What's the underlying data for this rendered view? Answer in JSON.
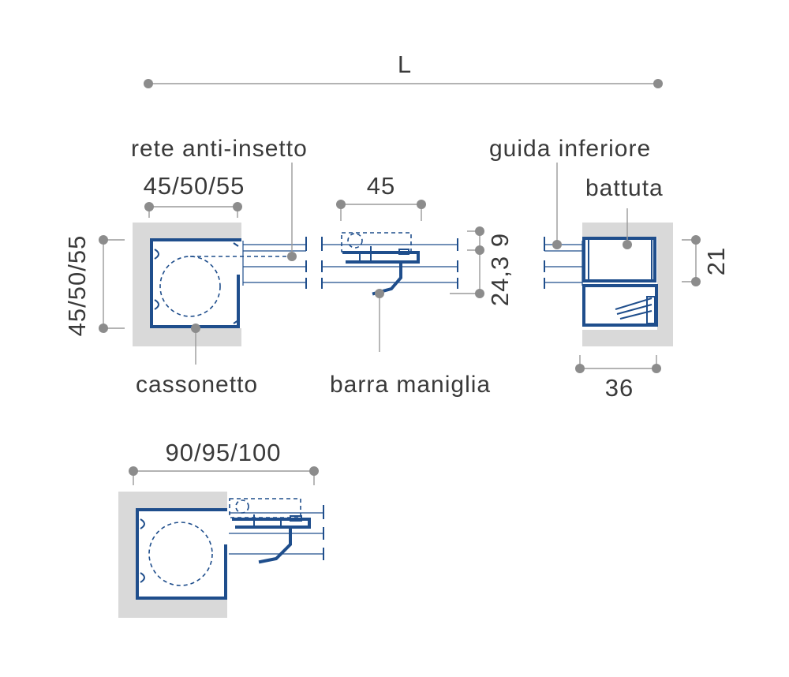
{
  "labels": {
    "L": "L",
    "rete": "rete anti-insetto",
    "guida": "guida inferiore",
    "battuta": "battuta",
    "cassonetto": "cassonetto",
    "barra": "barra maniglia"
  },
  "dimensions": {
    "box_width": "45/50/55",
    "box_height": "45/50/55",
    "handle_width": "45",
    "h9": "9",
    "h24": "24,3",
    "h21": "21",
    "w36": "36",
    "total_width": "90/95/100"
  },
  "colors": {
    "profile": "#1f4e8c",
    "wall": "#d9d9d9",
    "dimension_line": "#9a9a9a",
    "dimension_dot": "#8c8c8c",
    "text": "#3a3a3a"
  }
}
